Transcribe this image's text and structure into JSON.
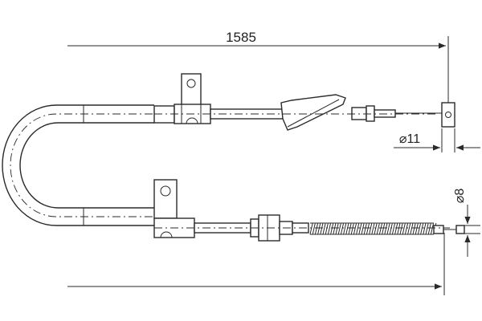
{
  "drawing": {
    "length_dimension": "1585",
    "end_diameter_upper": "⌀11",
    "end_diameter_lower": "⌀8"
  }
}
